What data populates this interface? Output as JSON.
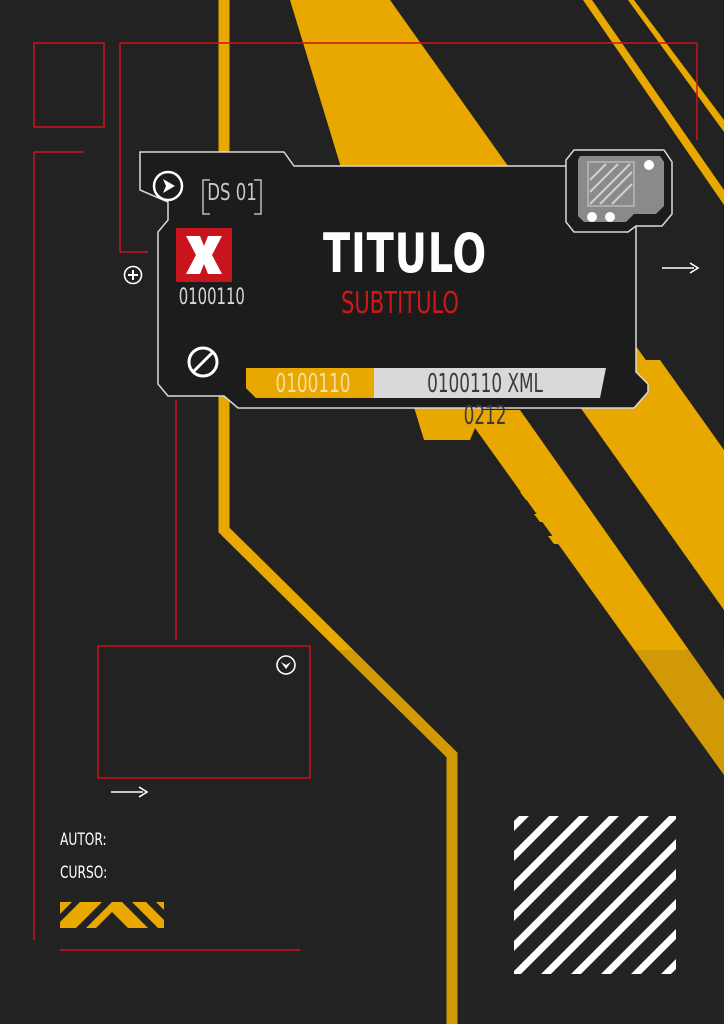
{
  "cover": {
    "badge": "DS 01",
    "code_small": "0100110",
    "title": "TITULO",
    "subtitle": "SUBTITULO",
    "bar": {
      "left": "0100110",
      "right": "0100110 XML 0212"
    },
    "fields": {
      "author": "AUTOR:",
      "course": "CURSO:"
    }
  },
  "colors": {
    "background": "#222222",
    "accent_yellow": "#E8A800",
    "accent_red": "#C8141C",
    "panel": "#1e1e1e",
    "white": "#FFFFFF"
  },
  "icons": {
    "panel_top": "arrow-right-circle-icon",
    "panel_mark": "x-mark-icon",
    "panel_block": "no-entry-icon",
    "side_add": "plus-circle-icon",
    "lower_box": "chevron-down-circle-icon",
    "arrows": "arrow-right-icon",
    "chip": "chip-icon"
  }
}
